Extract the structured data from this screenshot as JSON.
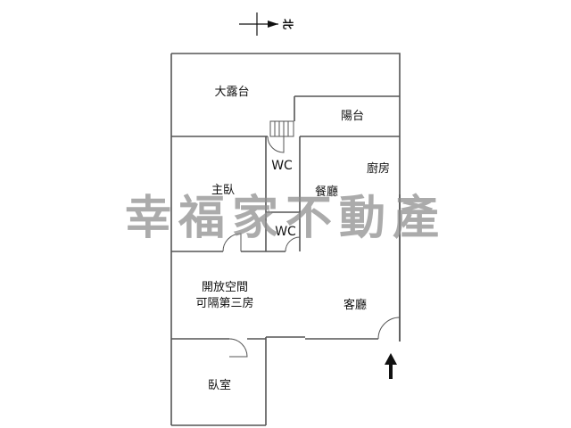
{
  "compass": {
    "label": "北"
  },
  "rooms": {
    "big_terrace": "大露台",
    "balcony": "陽台",
    "wc_upper": "WC",
    "wc_lower": "WC",
    "kitchen": "廚房",
    "master_bedroom": "主臥",
    "dining": "餐廳",
    "open_space_line1": "開放空間",
    "open_space_line2": "可隔第三房",
    "living": "客廳",
    "bedroom": "臥室"
  },
  "watermark": "幸福家不動產",
  "colors": {
    "walls": "#555555",
    "text": "#111111",
    "watermark": "#8f8f8f",
    "arrow": "#111111"
  },
  "icons": {
    "entrance": "up-arrow-icon",
    "compass": "north-arrow-icon",
    "stairs": "stairs-icon"
  }
}
